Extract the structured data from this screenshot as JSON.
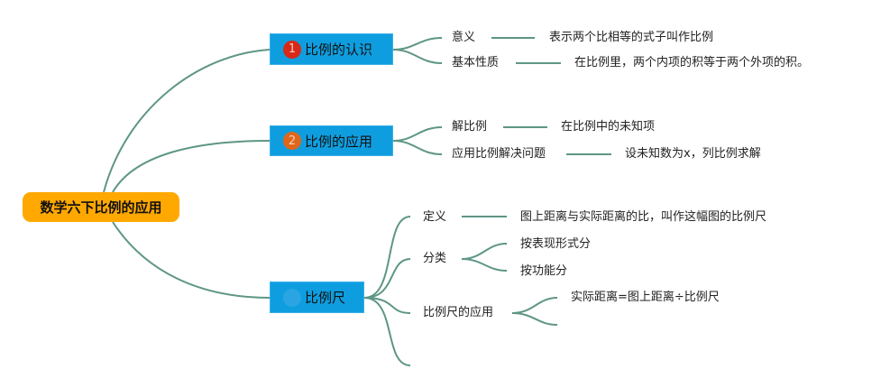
{
  "root": {
    "label": "数学六下比例的应用",
    "color": "#ffa800"
  },
  "line_color": "#5e9686",
  "branches": [
    {
      "number": "1",
      "number_color": "#d82818",
      "label": "比例的认识",
      "children": [
        {
          "label": "意义",
          "detail": "表示两个比相等的式子叫作比例"
        },
        {
          "label": "基本性质",
          "detail": "在比例里，两个内项的积等于两个外项的积。"
        }
      ]
    },
    {
      "number": "2",
      "number_color": "#e0661a",
      "label": "比例的应用",
      "children": [
        {
          "label": "解比例",
          "detail": "在比例中的未知项"
        },
        {
          "label": "应用比例解决问题",
          "detail": "设未知数为x，列比例求解"
        }
      ]
    },
    {
      "number": "",
      "number_color": "#2aa4e2",
      "label": "比例尺",
      "children": [
        {
          "label": "定义",
          "detail": "图上距离与实际距离的比，叫作这幅图的比例尺"
        },
        {
          "label": "分类",
          "subitems": [
            "按表现形式分",
            "按功能分"
          ]
        },
        {
          "label": "比例尺的应用",
          "subitems": [
            "实际距离=图上距离÷比例尺"
          ]
        }
      ]
    }
  ]
}
